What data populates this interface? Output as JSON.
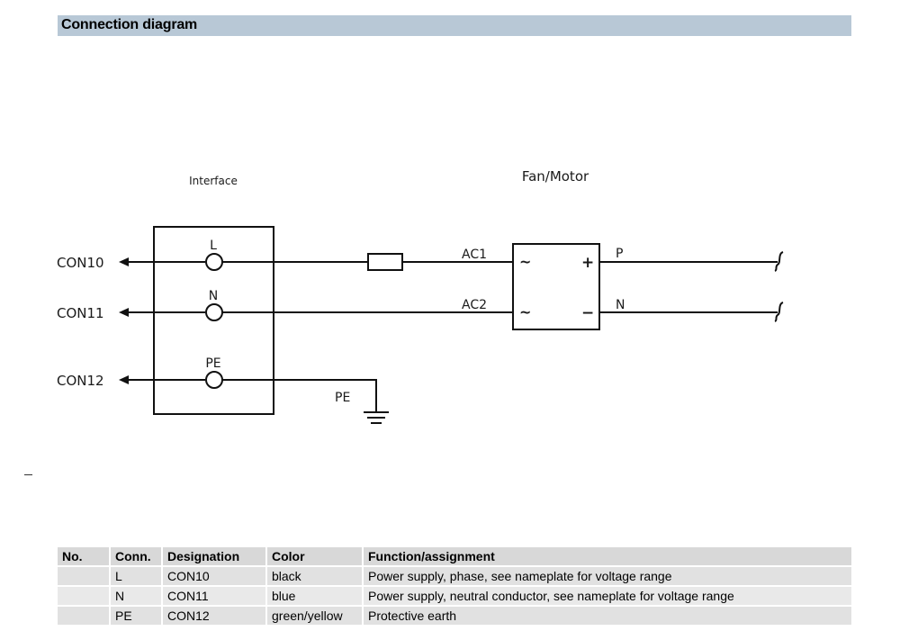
{
  "section": {
    "title": "Connection diagram"
  },
  "diagram": {
    "interface_label": "Interface",
    "device_label": "Fan/Motor",
    "connectors": [
      {
        "name": "CON10",
        "terminal": "L"
      },
      {
        "name": "CON11",
        "terminal": "N"
      },
      {
        "name": "CON12",
        "terminal": "PE"
      }
    ],
    "wire_labels": {
      "ac1": "AC1",
      "ac2": "AC2",
      "ground": "PE",
      "output_p": "P",
      "output_n": "N"
    },
    "device_terminal_symbols": {
      "ac_top": "~",
      "ac_bottom": "~",
      "plus": "+",
      "minus": "−"
    }
  },
  "table": {
    "headers": [
      "No.",
      "Conn.",
      "Designation",
      "Color",
      "Function/assignment"
    ],
    "rows": [
      {
        "no": "",
        "conn": "L",
        "designation": "CON10",
        "color": "black",
        "function": "Power supply, phase, see nameplate for voltage range"
      },
      {
        "no": "",
        "conn": "N",
        "designation": "CON11",
        "color": "blue",
        "function": "Power supply, neutral conductor, see nameplate for voltage range"
      },
      {
        "no": "",
        "conn": "PE",
        "designation": "CON12",
        "color": "green/yellow",
        "function": "Protective earth"
      }
    ]
  }
}
